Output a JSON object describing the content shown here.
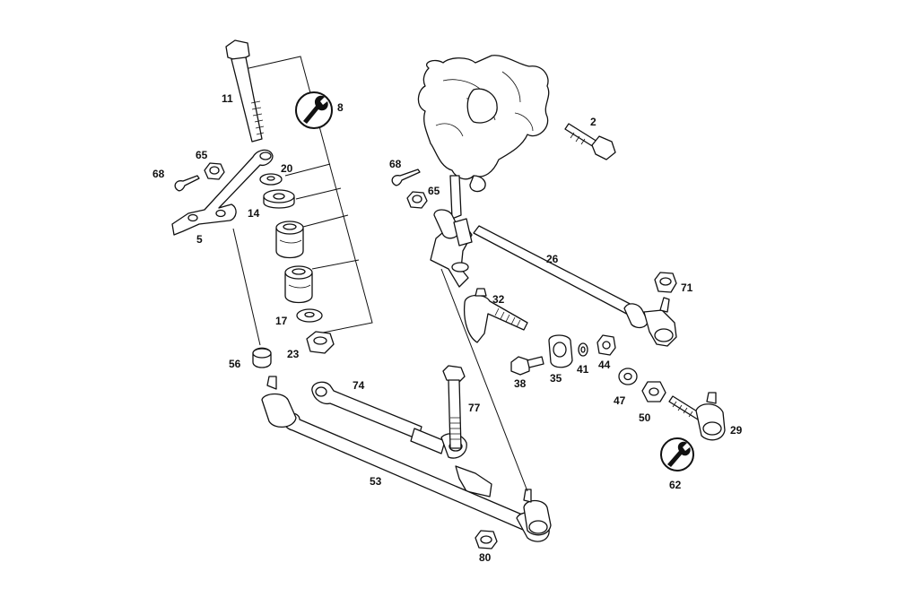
{
  "diagram": {
    "callouts": [
      "11",
      "8",
      "2",
      "65",
      "68",
      "20",
      "14",
      "5",
      "68",
      "65",
      "26",
      "71",
      "32",
      "17",
      "23",
      "56",
      "38",
      "35",
      "41",
      "44",
      "74",
      "77",
      "47",
      "50",
      "29",
      "53",
      "62",
      "80"
    ],
    "wrench_symbols": [
      "wrench-icon-8",
      "wrench-icon-62"
    ]
  }
}
